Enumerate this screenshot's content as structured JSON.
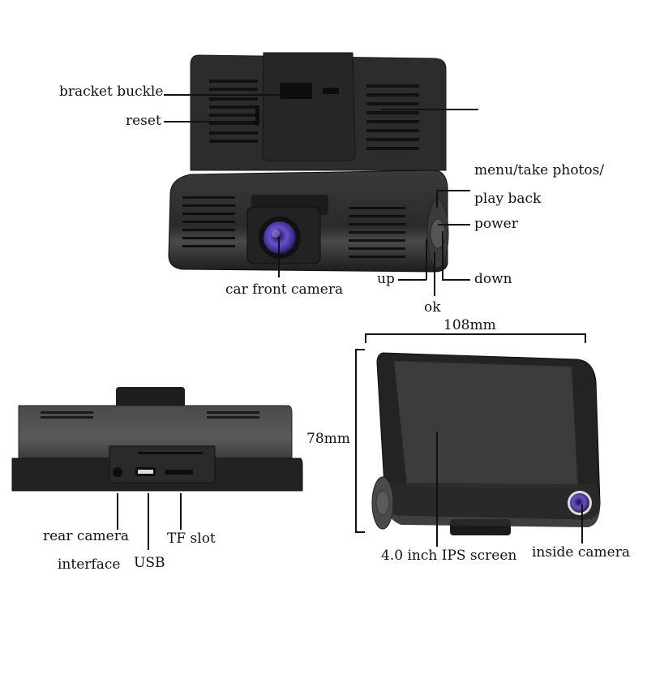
{
  "diagram": {
    "title": "Dash camera component diagram",
    "colors": {
      "background": "#ffffff",
      "device_body": "#2a2a2a",
      "device_highlight": "#4a4a4a",
      "screen": "#3c3c3c",
      "lens": "#6a4fd0",
      "text": "#111111"
    },
    "top_view": {
      "labels": {
        "bracket_buckle": "bracket buckle",
        "reset": "reset",
        "menu_line1": "menu/take photos/",
        "menu_line2": "play back",
        "power": "power",
        "down": "down",
        "up": "up",
        "ok": "ok",
        "front_camera": "car front camera"
      }
    },
    "bottom_view": {
      "labels": {
        "rear_camera_line1": "rear camera",
        "rear_camera_line2": "interface",
        "usb": "USB",
        "tf_slot": "TF slot"
      }
    },
    "screen_view": {
      "labels": {
        "width": "108mm",
        "height": "78mm",
        "screen": "4.0 inch IPS screen",
        "inside_camera": "inside camera"
      }
    }
  }
}
